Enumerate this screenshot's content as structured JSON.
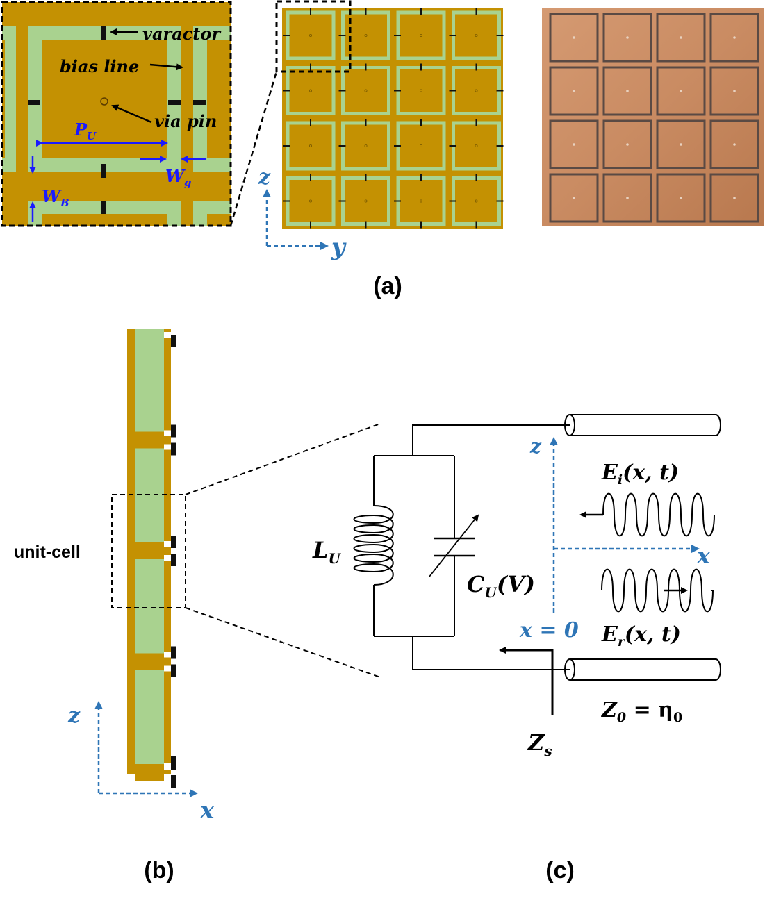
{
  "colors": {
    "metal": "#c49102",
    "gap": "#a9d28f",
    "axis_blue": "#2e75b6",
    "dim_blue": "#1a1aff",
    "wire": "#000000",
    "photo_copper": "#c98b62",
    "photo_line": "#5a4a44"
  },
  "panel_a": {
    "caption": "(a)",
    "inset_labels": {
      "varactor": "varactor",
      "bias_line": "bias line",
      "via_pin": "via pin",
      "pu": "P",
      "pu_sub": "U",
      "wg": "W",
      "wg_sub": "g",
      "wb": "W",
      "wb_sub": "B"
    },
    "axes": {
      "vertical": "z",
      "horizontal": "y"
    },
    "array_rows": 4,
    "array_cols": 4
  },
  "panel_b": {
    "caption": "(b)",
    "unit_cell_label": "unit-cell",
    "axes": {
      "vertical": "z",
      "horizontal": "x"
    }
  },
  "panel_c": {
    "caption": "(c)",
    "inductor": "L",
    "inductor_sub": "U",
    "capacitor": "C",
    "capacitor_sub": "U",
    "capacitor_arg": "(V)",
    "incident": "E",
    "incident_sub": "i",
    "incident_arg": "(x, t)",
    "reflected": "E",
    "reflected_sub": "r",
    "reflected_arg": "(x, t)",
    "origin": "x = 0",
    "impedance_line": "Z",
    "impedance_line_sub": "0",
    "impedance_line_eq": " = η",
    "impedance_line_eq_sub": "0",
    "surface_impedance": "Z",
    "surface_impedance_sub": "s",
    "axes": {
      "vertical": "z",
      "horizontal": "x"
    }
  }
}
